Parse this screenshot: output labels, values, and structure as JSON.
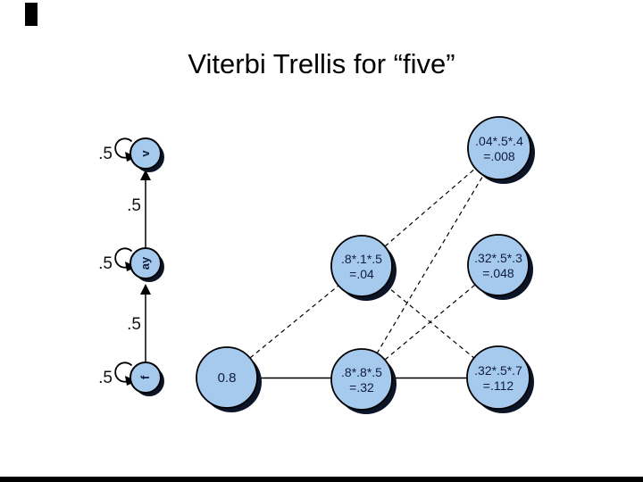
{
  "slide": {
    "title": "Viterbi Trellis for “five”",
    "colors": {
      "background": "#ffffff",
      "node_fill": "#a6c9ee",
      "node_stroke": "#000000",
      "node_shadow": "#0c1528",
      "node_text": "#101c3d",
      "line": "#000000",
      "accent_mark": "#000000"
    }
  },
  "hmm_chain": {
    "states": [
      {
        "label": "v",
        "self_loop_prob": ".5"
      },
      {
        "label": "ay",
        "self_loop_prob": ".5"
      },
      {
        "label": "f",
        "self_loop_prob": ".5"
      }
    ],
    "transition_probs": [
      {
        "from": "ay",
        "to": "v",
        "prob": ".5"
      },
      {
        "from": "f",
        "to": "ay",
        "prob": ".5"
      }
    ]
  },
  "trellis": {
    "nodes": [
      {
        "id": "t1_f",
        "line1": "0.8",
        "line2": ""
      },
      {
        "id": "t2_ay",
        "line1": ".8*.1*.5",
        "line2": "=.04"
      },
      {
        "id": "t2_f",
        "line1": ".8*.8*.5",
        "line2": "=.32"
      },
      {
        "id": "t3_v",
        "line1": ".04*.5*.4",
        "line2": "=.008"
      },
      {
        "id": "t3_ay",
        "line1": ".32*.5*.3",
        "line2": "=.048"
      },
      {
        "id": "t3_f",
        "line1": ".32*.5*.7",
        "line2": "=.112"
      }
    ],
    "edges": [
      {
        "from": "t1_f",
        "to": "t2_ay",
        "style": "dashed"
      },
      {
        "from": "t1_f",
        "to": "t2_f",
        "style": "solid"
      },
      {
        "from": "t2_ay",
        "to": "t3_v",
        "style": "dashed"
      },
      {
        "from": "t2_ay",
        "to": "t3_f",
        "style": "dashed"
      },
      {
        "from": "t2_f",
        "to": "t3_v",
        "style": "dashed"
      },
      {
        "from": "t2_f",
        "to": "t3_ay",
        "style": "dashed"
      },
      {
        "from": "t2_f",
        "to": "t3_f",
        "style": "solid"
      }
    ]
  }
}
